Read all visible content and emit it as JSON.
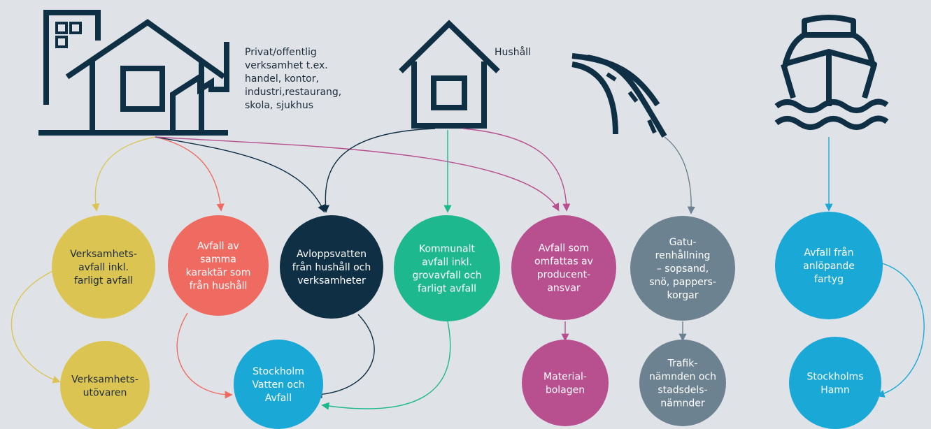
{
  "sources": {
    "business_label": "Privat/offentlig\nverksamhet t.ex.\nhandel, kontor,\nindustri,restaurang,\nskola, sjukhus",
    "household_label": "Hushåll"
  },
  "icons": [
    "business-building-icon",
    "house-icon",
    "road-icon",
    "ship-icon"
  ],
  "colors": {
    "background": "#dfe3e7",
    "navy": "#0f2f45",
    "yellow": "#dcc453",
    "red": "#ef6b62",
    "dark": "#0f2f45",
    "green": "#1eb88e",
    "magenta": "#b84f8f",
    "gray": "#6d8290",
    "blue": "#1aa8d6"
  },
  "nodes": {
    "verksamhetsavfall": {
      "lines": [
        "Verksamhets-",
        "avfall inkl.",
        "farligt avfall"
      ],
      "color": "#dcc453"
    },
    "avfall_hushall": {
      "lines": [
        "Avfall av",
        "samma",
        "karaktär som",
        "från hushåll"
      ],
      "color": "#ef6b62"
    },
    "avloppsvatten": {
      "lines": [
        "Avloppsvatten",
        "från hushåll och",
        "verksamheter"
      ],
      "color": "#0f2f45"
    },
    "kommunalt": {
      "lines": [
        "Kommunalt",
        "avfall inkl.",
        "grovavfall och",
        "farligt avfall"
      ],
      "color": "#1eb88e"
    },
    "producentansvar": {
      "lines": [
        "Avfall som",
        "omfattas av",
        "producent-",
        "ansvar"
      ],
      "color": "#b84f8f"
    },
    "gaturenhallning": {
      "lines": [
        "Gatu-",
        "renhållning",
        "– sopsand,",
        "snö, pappers-",
        "korgar"
      ],
      "color": "#6d8290"
    },
    "fartyg": {
      "lines": [
        "Avfall från",
        "anlöpande",
        "fartyg"
      ],
      "color": "#1aa8d6"
    },
    "verksamhetsutovaren": {
      "lines": [
        "Verksamhets-",
        "utövaren"
      ],
      "color": "#dcc453"
    },
    "stockholm_vatten": {
      "lines": [
        "Stockholm",
        "Vatten och",
        "Avfall"
      ],
      "color": "#1aa8d6"
    },
    "materialbolagen": {
      "lines": [
        "Material-",
        "bolagen"
      ],
      "color": "#b84f8f"
    },
    "trafiknamnden": {
      "lines": [
        "Trafik-",
        "nämnden och",
        "stadsdels-",
        "nämnder"
      ],
      "color": "#6d8290"
    },
    "stockholms_hamn": {
      "lines": [
        "Stockholms",
        "Hamn"
      ],
      "color": "#1aa8d6"
    }
  }
}
